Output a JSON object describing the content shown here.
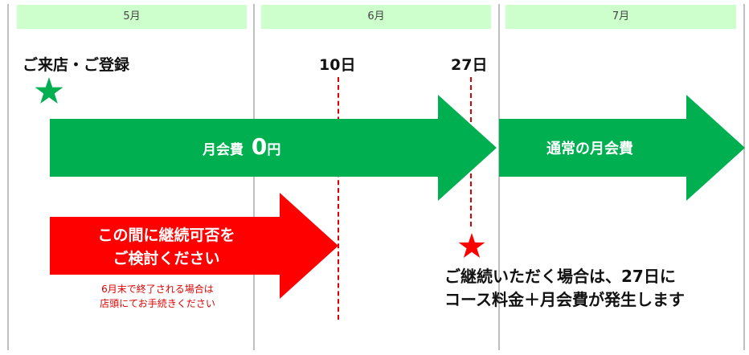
{
  "colors": {
    "green": "#00b050",
    "red": "#ff0000",
    "month_header_bg": "#ccffcc",
    "gridline": "#bfbfbf",
    "dash_red": "#e00000"
  },
  "months": [
    {
      "label": "5月"
    },
    {
      "label": "6月"
    },
    {
      "label": "7月"
    }
  ],
  "milestones": {
    "registration": {
      "label": "ご来店・ご登録",
      "icon": "star-green"
    },
    "day10": {
      "label": "10日"
    },
    "day27": {
      "label": "27日",
      "icon": "star-red"
    }
  },
  "arrows": {
    "free_period": {
      "prefix": "月会費",
      "amount": "0",
      "unit": "円"
    },
    "regular": {
      "label": "通常の月会費"
    },
    "consider": {
      "line1": "この間に継続可否を",
      "line2": "ご検討ください"
    }
  },
  "notes": {
    "cancel": {
      "line1": "6月末で終了される場合は",
      "line2": "店頭にてお手続きください"
    },
    "continue": {
      "line1": "ご継続いただく場合は、27日に",
      "line2": "コース料金＋月会費が発生します"
    }
  }
}
